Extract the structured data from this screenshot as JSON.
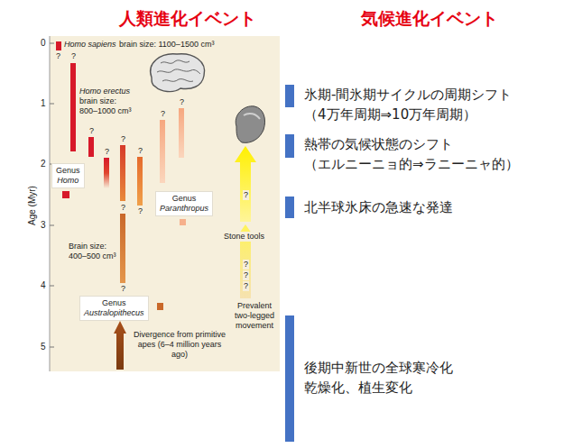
{
  "diagram": {
    "nodes": [
      {
        "text": [
          "Genus",
          "Homo"
        ]
      },
      {
        "text": [
          "Genus",
          "Paranthropus"
        ]
      },
      {
        "text": [
          "Genus",
          "Australopithecus"
        ]
      }
    ],
    "labels": [
      "人類進化イベント",
      "気候進化イベント",
      "Homo sapiens",
      "brain size: 1100–1500 cm³",
      "Homo erectus",
      "brain size: 800–1000 cm³",
      "Brain size: 400–500 cm³",
      "Stone tools",
      "Prevalent two-legged movement",
      "Divergence from primitive apes (6–4 million years ago)",
      "Age (Myr)",
      "0",
      "1",
      "2",
      "3",
      "4",
      "5",
      "?",
      "?",
      "?",
      "?",
      "?",
      "?",
      "?",
      "?",
      "?",
      "?",
      "?",
      "?",
      "?",
      "?",
      "?",
      "氷期-間氷期サイクルの周期シフト",
      "（4万年周期⇒10万年周期）",
      "熱帯の気候状態のシフト",
      "（エルニーニョ的⇒ラニーニャ的）",
      "北半球氷床の急速な発達",
      "後期中新世の全球寒冷化",
      "乾燥化、植生変化"
    ]
  }
}
